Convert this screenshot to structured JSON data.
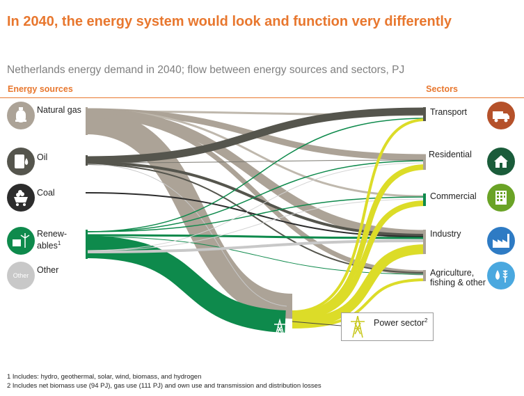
{
  "title": "In 2040, the energy system would look and function very differently",
  "subtitle": "Netherlands energy demand in 2040; flow between energy sources and sectors, PJ",
  "headers": {
    "sources": "Energy sources",
    "sectors": "Sectors"
  },
  "sources": {
    "natural_gas": "Natural gas",
    "oil": "Oil",
    "coal": "Coal",
    "renewables_line1": "Renew-",
    "renewables_line2": "ables",
    "renewables_sup": "1",
    "other": "Other",
    "other_icon_text": "Other"
  },
  "sectors": {
    "transport": "Transport",
    "residential": "Residential",
    "commercial": "Commercial",
    "industry": "Industry",
    "agriculture_line1": "Agriculture,",
    "agriculture_line2": "fishing & other"
  },
  "power_sector": {
    "label": "Power sector",
    "sup": "2"
  },
  "footnotes": [
    "1 Includes: hydro, geothermal, solar, wind, biomass, and hydrogen",
    "2 Includes net biomass use (94 PJ), gas use (111 PJ) and own use and transmission and distribution losses"
  ],
  "colors": {
    "accent": "#e8772e",
    "gas": "#aca397",
    "oil": "#55554d",
    "coal": "#2c2c2c",
    "renewables": "#0e8a4c",
    "other": "#c8c8c8",
    "power": "#dcdc28"
  },
  "icons": {
    "natural_gas": "gas-tank-icon",
    "oil": "oil-drop-icon",
    "coal": "coal-cart-icon",
    "renewables": "solar-wind-icon",
    "other": "other-text-icon",
    "transport": "truck-icon",
    "residential": "house-icon",
    "commercial": "office-building-icon",
    "industry": "factory-icon",
    "agriculture": "water-wheat-icon",
    "power_sector": "pylon-icon"
  }
}
